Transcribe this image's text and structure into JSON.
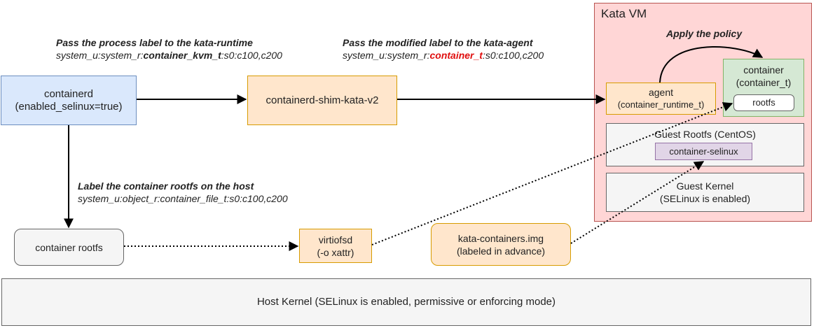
{
  "host_kernel": {
    "label": "Host Kernel (SELinux is enabled, permissive or enforcing mode)"
  },
  "containerd": {
    "line1": "containerd",
    "line2": "(enabled_selinux=true)"
  },
  "shim": {
    "label": "containerd-shim-kata-v2"
  },
  "container_rootfs": {
    "label": "container rootfs"
  },
  "virtiofsd": {
    "line1": "virtiofsd",
    "line2": "(-o xattr)"
  },
  "kata_img": {
    "line1": "kata-containers.img",
    "line2": "(labeled in advance)"
  },
  "kata_vm": {
    "title": "Kata VM",
    "policy": "Apply the policy",
    "agent": {
      "line1": "agent",
      "line2": "(container_runtime_t)"
    },
    "container": {
      "line1": "container",
      "line2": "(container_t)",
      "rootfs": "rootfs"
    },
    "guest_rootfs": {
      "label": "Guest Rootfs (CentOS)",
      "selinux_pkg": "container-selinux"
    },
    "guest_kernel": {
      "line1": "Guest Kernel",
      "line2": "(SELinux is enabled)"
    }
  },
  "annotations": {
    "runtime": {
      "head": "Pass the process label to the kata-runtime",
      "pre": "system_u:system_r:",
      "type": "container_kvm_t",
      "post": ":s0:c100,c200"
    },
    "agent": {
      "head": "Pass the modified  label to the kata-agent",
      "pre": "system_u:system_r:",
      "type": "container_t",
      "post": ":s0:c100,c200"
    },
    "host_rootfs": {
      "head": "Label the container rootfs on the host",
      "sub": "system_u:object_r:container_file_t:s0:c100,c200"
    }
  },
  "colors": {
    "blue": "#dae8fc",
    "orange": "#ffe6cc",
    "green": "#d5e8d4",
    "grey": "#f5f5f5",
    "pink": "#ffd6d6",
    "purple": "#e1d5e7",
    "highlight": "#e01010"
  }
}
